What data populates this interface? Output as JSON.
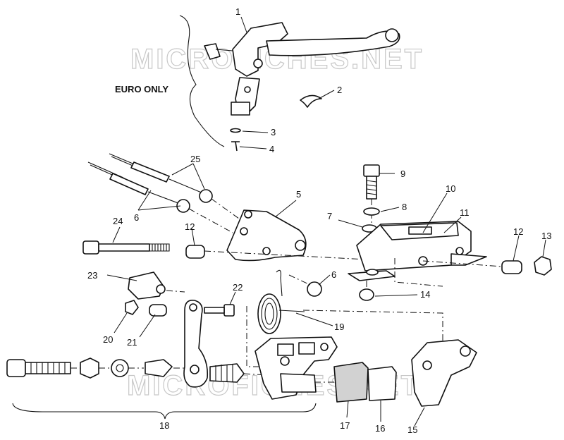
{
  "watermarks": [
    "MICROFICHES.NET",
    "MICROFICHES.NET"
  ],
  "euro_label": "EURO ONLY",
  "callouts": {
    "c1": "1",
    "c2": "2",
    "c3": "3",
    "c4": "4",
    "c5": "5",
    "c6a": "6",
    "c6b": "6",
    "c7": "7",
    "c8": "8",
    "c9": "9",
    "c10": "10",
    "c11": "11",
    "c12a": "12",
    "c12b": "12",
    "c13": "13",
    "c14": "14",
    "c15": "15",
    "c16": "16",
    "c17": "17",
    "c18": "18",
    "c19": "19",
    "c20": "20",
    "c21": "21",
    "c22": "22",
    "c23": "23",
    "c24": "24",
    "c25": "25"
  }
}
